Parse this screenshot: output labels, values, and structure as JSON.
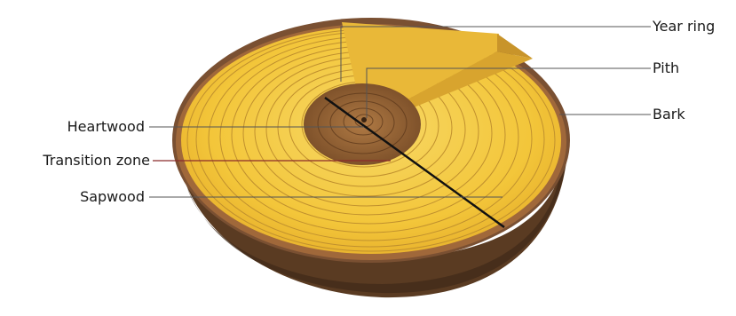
{
  "diagram": {
    "labels_left": {
      "heartwood": "Heartwood",
      "transition_zone": "Transition zone",
      "sapwood": "Sapwood"
    },
    "labels_right": {
      "year_ring": "Year ring",
      "pith": "Pith",
      "bark": "Bark"
    },
    "colors": {
      "bark": "#6e4a2c",
      "bark_dark": "#4a3020",
      "sapwood": "#f3c63a",
      "sapwood_light": "#f7d866",
      "heartwood": "#9a6a3a",
      "heartwood_dark": "#7a4e28",
      "ring_line": "#b8872a",
      "leader_line": "#555555",
      "transition_leader": "#8b2a2a"
    }
  }
}
